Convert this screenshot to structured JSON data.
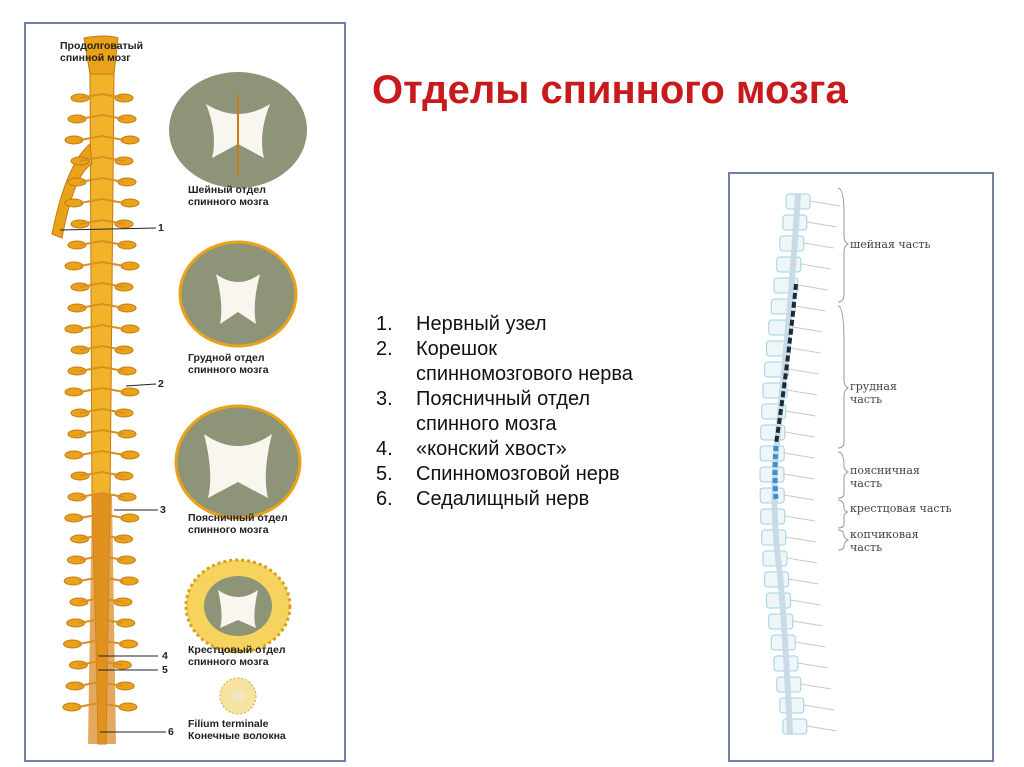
{
  "slide": {
    "title": "Отделы спинного мозга"
  },
  "left_figure": {
    "top_label": "Продолговатый\nспинной мозг",
    "callout_numbers": [
      "1",
      "2",
      "3",
      "4",
      "5",
      "6"
    ],
    "sections": [
      {
        "name": "Шейный отдел\nспинного мозга"
      },
      {
        "name": "Грудной отдел\nспинного мозга"
      },
      {
        "name": "Поясничный отдел\nспинного мозга"
      },
      {
        "name": "Крестцовый отдел\nспинного мозга"
      },
      {
        "name": "Filium terminale\nКонечные волокна"
      }
    ]
  },
  "legend": [
    {
      "number": "1.",
      "text": "Нервный узел"
    },
    {
      "number": "2.",
      "text": "Корешок спинномозгового нерва"
    },
    {
      "number": "3.",
      "text": "Поясничный отдел спинного мозга"
    },
    {
      "number": "4.",
      "text": "«конский хвост»"
    },
    {
      "number": "5.",
      "text": "Спинномозговой нерв"
    },
    {
      "number": "6.",
      "text": "Седалищный нерв"
    }
  ],
  "right_figure": {
    "regions": [
      {
        "name": "шейная часть"
      },
      {
        "name": "грудная\nчасть"
      },
      {
        "name": "поясничная\nчасть"
      },
      {
        "name": "крестцовая часть"
      },
      {
        "name": "копчиковая\nчасть"
      }
    ]
  },
  "colors": {
    "title": "#c8191c",
    "cord": "#e9a21a",
    "cord_light": "#f6d35c",
    "grey_matter": "#8e9478",
    "frame": "#6f7fa8",
    "vertebra": "#9fd1e4"
  }
}
